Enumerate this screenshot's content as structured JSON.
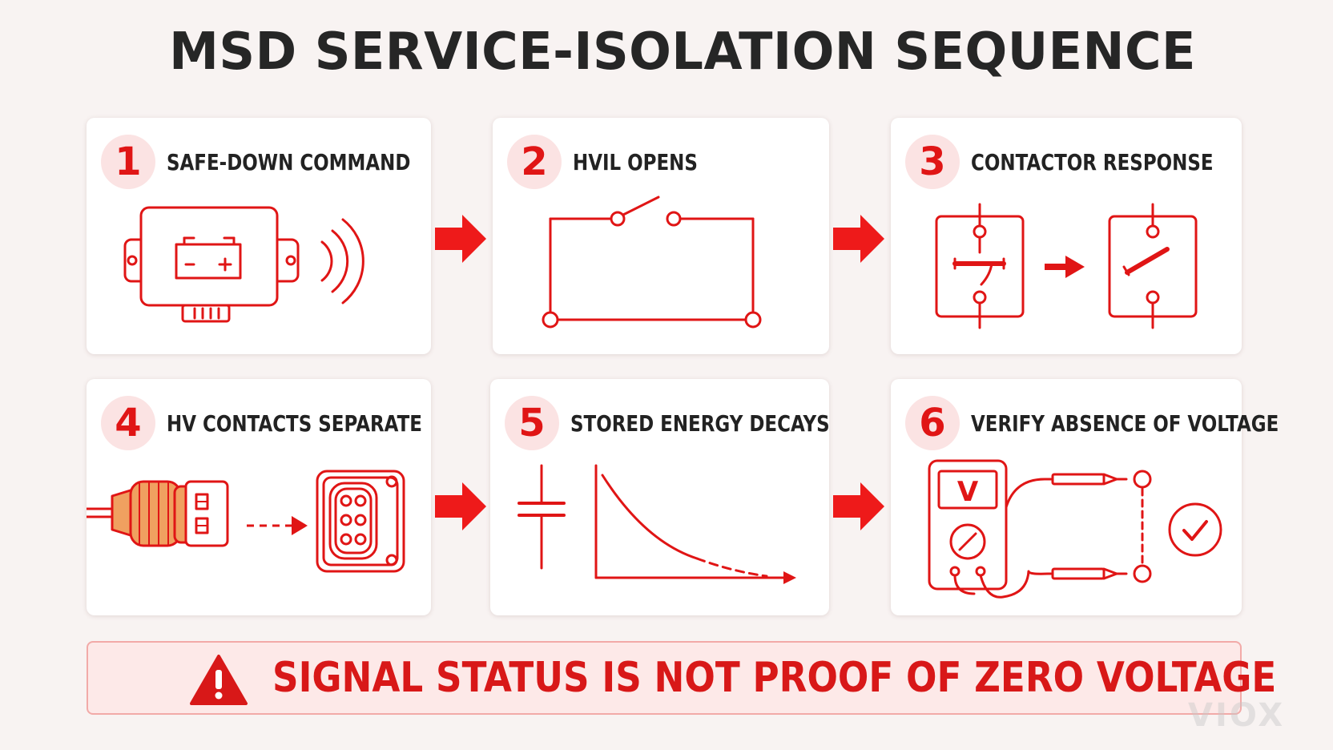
{
  "title": "MSD SERVICE-ISOLATION SEQUENCE",
  "steps": [
    {
      "number": "1",
      "label": "SAFE-DOWN COMMAND",
      "illustration": "control-module-signal-icon"
    },
    {
      "number": "2",
      "label": "HVIL OPENS",
      "illustration": "open-switch-circuit-icon"
    },
    {
      "number": "3",
      "label": "CONTACTOR RESPONSE",
      "illustration": "contactor-close-to-open-icon"
    },
    {
      "number": "4",
      "label": "HV CONTACTS SEPARATE",
      "illustration": "connector-plug-separate-icon"
    },
    {
      "number": "5",
      "label": "STORED ENERGY DECAYS",
      "illustration": "capacitor-decay-curve-icon"
    },
    {
      "number": "6",
      "label": "VERIFY ABSENCE OF VOLTAGE",
      "illustration": "multimeter-check-icon"
    }
  ],
  "meter_display": "V",
  "warning": {
    "text": "SIGNAL STATUS IS NOT PROOF OF ZERO VOLTAGE",
    "icon": "warning-triangle-icon"
  },
  "watermark": "VIOX",
  "colors": {
    "accent": "#e01515",
    "plug_orange": "#f0a060",
    "badge_bg": "#fbe3e3",
    "banner_bg": "#fde9e8"
  }
}
